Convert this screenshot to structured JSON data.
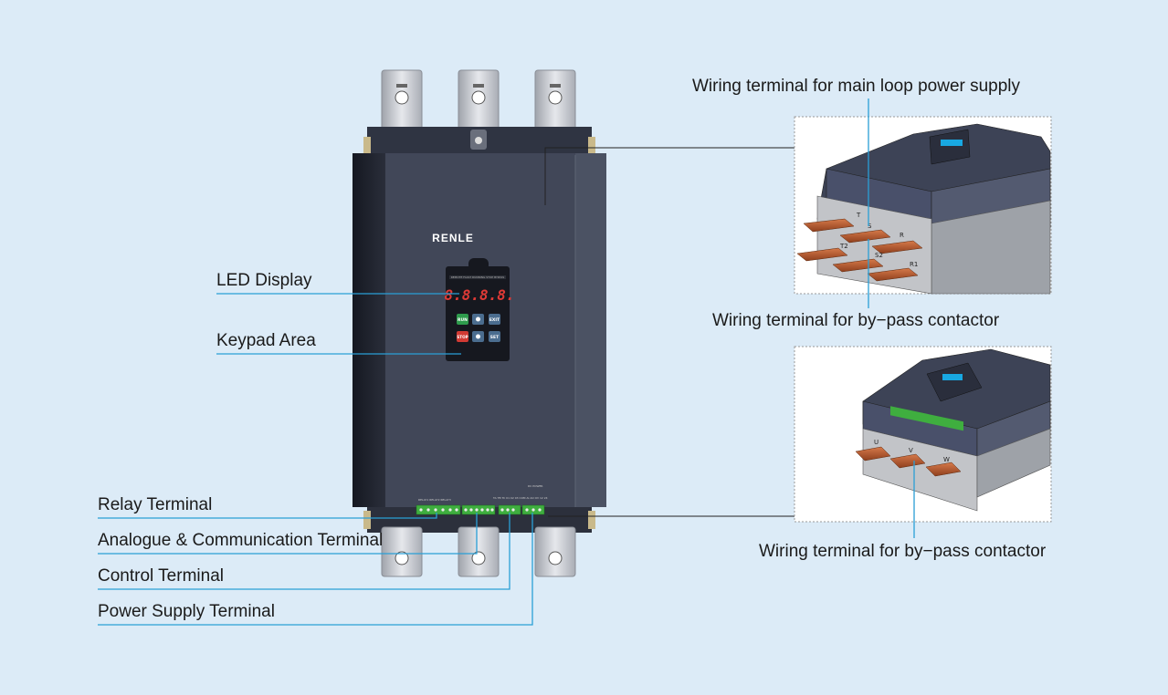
{
  "product": {
    "brand": "RENLE",
    "display_digits": "8.8.8.8.",
    "keys": {
      "run": "RUN",
      "stop": "STOP",
      "exit": "EXIT",
      "set": "SET"
    }
  },
  "labels": {
    "led_display": "LED Display",
    "keypad_area": "Keypad Area",
    "relay_terminal": "Relay Terminal",
    "analogue_comm_terminal": "Analogue & Communication Terminal",
    "control_terminal": "Control Terminal",
    "power_supply_terminal": "Power Supply Terminal",
    "main_loop_terminal": "Wiring terminal for main loop power supply",
    "bypass_contactor_top": "Wiring terminal for by−pass contactor",
    "bypass_contactor_bottom": "Wiring terminal for by−pass contactor"
  },
  "inset_top_busbars": [
    "T",
    "S",
    "R",
    "T2",
    "S2",
    "R1"
  ],
  "inset_bottom_busbars": [
    "U",
    "V",
    "W"
  ],
  "colors": {
    "background": "#dcebf7",
    "leader_line": "#2a9fd6",
    "device_body": "#414758",
    "busbar": "#b8572e",
    "terminal_green": "#3fae3f"
  }
}
